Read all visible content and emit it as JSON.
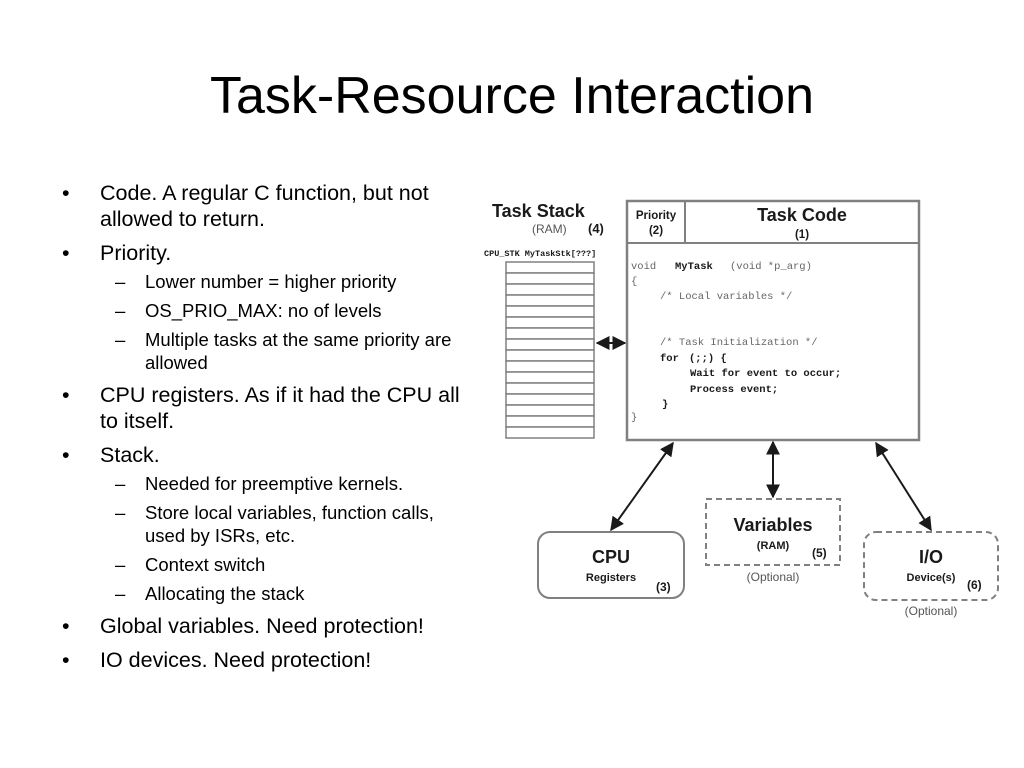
{
  "slide": {
    "title": "Task-Resource Interaction",
    "bullets": [
      {
        "text": "Code. A regular C function, but not allowed to return.",
        "sub": []
      },
      {
        "text": "Priority.",
        "sub": [
          "Lower number = higher priority",
          "OS_PRIO_MAX: no of levels",
          "Multiple tasks at the same priority are allowed"
        ]
      },
      {
        "text": "CPU registers. As if it had the CPU all to itself.",
        "sub": []
      },
      {
        "text": "Stack.",
        "sub": [
          "Needed for preemptive kernels.",
          "Store local variables, function calls, used by ISRs, etc.",
          "Context switch",
          "Allocating the stack"
        ]
      },
      {
        "text": "Global variables. Need protection!",
        "sub": []
      },
      {
        "text": "IO devices. Need protection!",
        "sub": []
      }
    ]
  },
  "diagram": {
    "task_stack": {
      "title": "Task Stack",
      "sub": "(RAM)",
      "num": "(4)",
      "decl": "CPU_STK MyTaskStk[???]"
    },
    "priority": {
      "label": "Priority",
      "num": "(2)"
    },
    "task_code": {
      "label": "Task Code",
      "num": "(1)"
    },
    "code_lines": {
      "l1a": "void",
      "l1b": "MyTask",
      "l1c": "(void *p_arg)",
      "l2": "{",
      "l3": "/* Local variables     */",
      "l4": "/* Task Initialization */",
      "l5a": "for",
      "l5b": "(;;) {",
      "l6": "Wait for event to occur;",
      "l7": "Process event;",
      "l8": "}",
      "l9": "}"
    },
    "cpu": {
      "label": "CPU",
      "sub": "Registers",
      "num": "(3)"
    },
    "variables": {
      "label": "Variables",
      "sub": "(RAM)",
      "num": "(5)",
      "optional": "(Optional)"
    },
    "io": {
      "label": "I/O",
      "sub": "Device(s)",
      "num": "(6)",
      "optional": "(Optional)"
    }
  },
  "colors": {
    "box_border": "#808080",
    "dark": "#1a1a1a",
    "gray_text": "#555555",
    "code_gray": "#666666"
  }
}
